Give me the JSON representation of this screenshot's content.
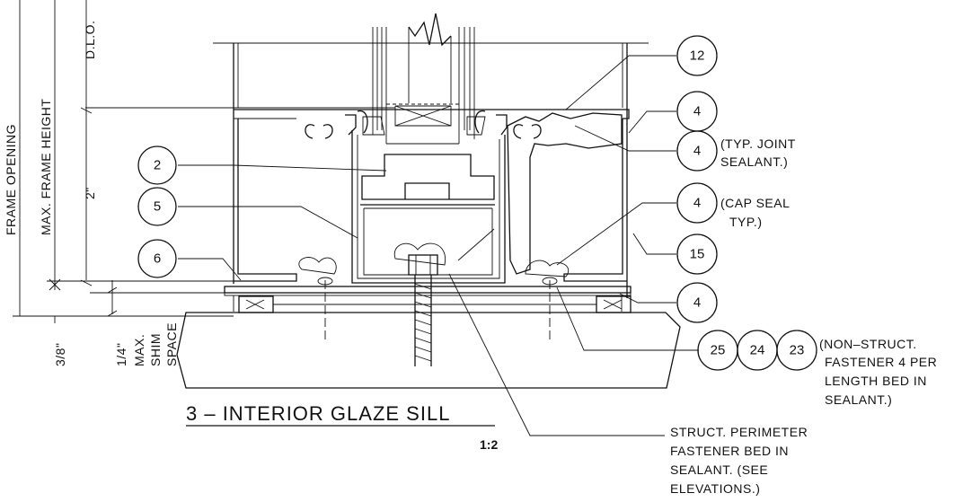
{
  "detail": {
    "title": "3 – INTERIOR GLAZE SILL",
    "scale": "1:2"
  },
  "dimensions": {
    "frame_opening": "FRAME OPENING",
    "max_frame_height": "MAX. FRAME HEIGHT",
    "dlo": "D.L.O.",
    "two_inch": "2\"",
    "three_eighths": "3/8\"",
    "quarter_inch": "1/4\"",
    "max": "MAX.",
    "shim": "SHIM",
    "space": "SPACE"
  },
  "callouts": {
    "left": [
      "2",
      "5",
      "6"
    ],
    "right": [
      "12",
      "4",
      "4",
      "4",
      "15",
      "4"
    ],
    "bottom": [
      "25",
      "24",
      "23"
    ]
  },
  "notes": {
    "typ_joint_1": "(TYP. JOINT",
    "typ_joint_2": "SEALANT.)",
    "cap_seal_1": "(CAP SEAL",
    "cap_seal_2": "TYP.)",
    "non_struct": [
      "(NON–STRUCT.",
      "FASTENER 4 PER",
      "LENGTH BED IN",
      "SEALANT.)"
    ],
    "struct": [
      "STRUCT. PERIMETER",
      "FASTENER BED IN",
      "SEALANT. (SEE",
      "ELEVATIONS.)"
    ]
  }
}
